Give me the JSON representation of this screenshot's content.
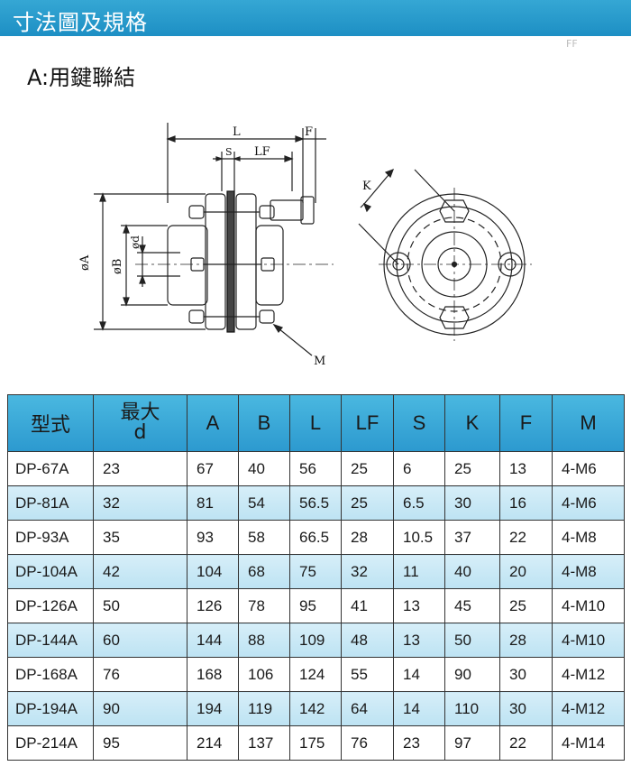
{
  "header": {
    "title": "寸法圖及規格",
    "corner_mark": "FF"
  },
  "section": {
    "title": "A:用鍵聯結"
  },
  "drawing": {
    "labels": {
      "L": "L",
      "F": "F",
      "S": "S",
      "LF": "LF",
      "phiA": "øA",
      "phiB": "øB",
      "phid": "ød",
      "M": "M",
      "K": "K"
    }
  },
  "table": {
    "headers": [
      "型式",
      "最大",
      "d",
      "A",
      "B",
      "L",
      "LF",
      "S",
      "K",
      "F",
      "M"
    ],
    "rows": [
      [
        "DP-67A",
        "23",
        "67",
        "40",
        "56",
        "25",
        "6",
        "25",
        "13",
        "4-M6"
      ],
      [
        "DP-81A",
        "32",
        "81",
        "54",
        "56.5",
        "25",
        "6.5",
        "30",
        "16",
        "4-M6"
      ],
      [
        "DP-93A",
        "35",
        "93",
        "58",
        "66.5",
        "28",
        "10.5",
        "37",
        "22",
        "4-M8"
      ],
      [
        "DP-104A",
        "42",
        "104",
        "68",
        "75",
        "32",
        "11",
        "40",
        "20",
        "4-M8"
      ],
      [
        "DP-126A",
        "50",
        "126",
        "78",
        "95",
        "41",
        "13",
        "45",
        "25",
        "4-M10"
      ],
      [
        "DP-144A",
        "60",
        "144",
        "88",
        "109",
        "48",
        "13",
        "50",
        "28",
        "4-M10"
      ],
      [
        "DP-168A",
        "76",
        "168",
        "106",
        "124",
        "55",
        "14",
        "90",
        "30",
        "4-M12"
      ],
      [
        "DP-194A",
        "90",
        "194",
        "119",
        "142",
        "64",
        "14",
        "110",
        "30",
        "4-M12"
      ],
      [
        "DP-214A",
        "95",
        "214",
        "137",
        "175",
        "76",
        "23",
        "97",
        "22",
        "4-M14"
      ]
    ]
  }
}
